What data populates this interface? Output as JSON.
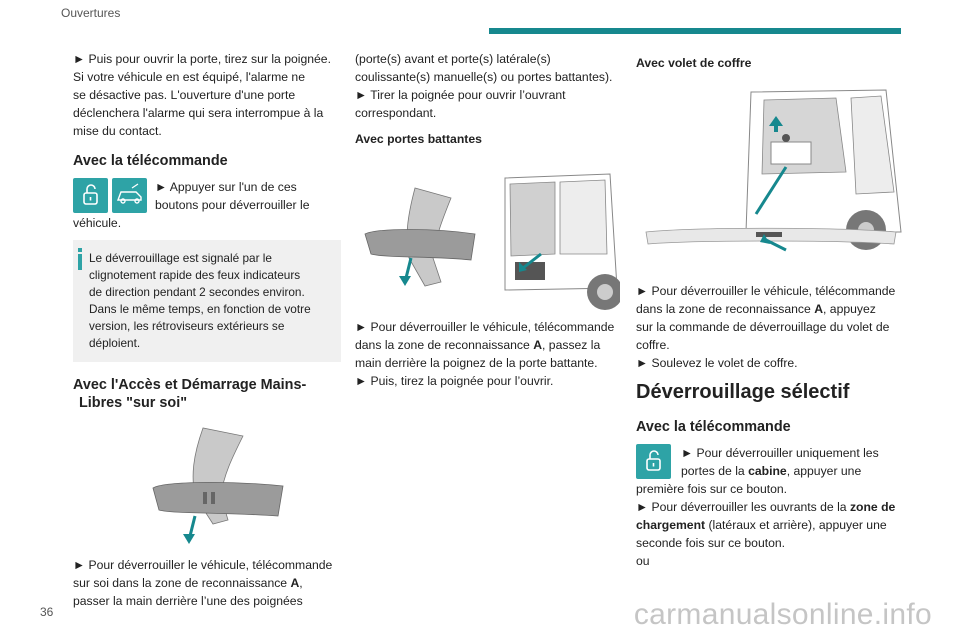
{
  "header": {
    "title": "Ouvertures"
  },
  "page_number": "36",
  "watermark": "carmanualsonline.info",
  "colors": {
    "accent": "#16888e",
    "icon_bg": "#2ea3a6",
    "info_bg": "#f0f0f0"
  },
  "col1": {
    "intro_lines": [
      "► Puis pour ouvrir la porte, tirez sur la poignée.",
      "Si votre véhicule en est équipé, l'alarme ne",
      "se désactive pas. L'ouverture d'une porte",
      "déclenchera l'alarme qui sera interrompue à la",
      "mise du contact."
    ],
    "heading_remote": "Avec la télécommande",
    "remote_text_lines": [
      "► Appuyer sur l'un de ces",
      "boutons pour déverrouiller le"
    ],
    "remote_text_tail": "véhicule.",
    "icons": [
      "lock-open-icon",
      "van-icon"
    ],
    "info_lines": [
      "Le déverrouillage est signalé par le",
      "clignotement rapide des feux indicateurs",
      "de direction pendant 2 secondes environ.",
      "Dans le même temps, en fonction de votre",
      "version, les rétroviseurs extérieurs se",
      "déploient."
    ],
    "heading_keyless_line1": "Avec l'Accès et Démarrage Mains-",
    "heading_keyless_line2": "Libres \"sur soi\"",
    "keyless_lines": [
      "► Pour déverrouiller le véhicule, télécommande",
      "sur soi dans la zone de reconnaissance ",
      "passer la main derrière l’une des poignées"
    ],
    "keyless_zone": "A",
    "keyless_comma": ","
  },
  "col2": {
    "intro_lines": [
      "(porte(s) avant et porte(s) latérale(s)",
      "coulissante(s) manuelle(s) ou portes battantes).",
      "► Tirer la poignée pour ouvrir l’ouvrant",
      "correspondant."
    ],
    "heading_swing": "Avec portes battantes",
    "swing_lines": [
      "► Pour déverrouiller le véhicule, télécommande",
      "dans la zone de reconnaissance ",
      ", passez la",
      "main derrière la poignez de la porte battante.",
      "► Puis, tirez la poignée pour l’ouvrir."
    ],
    "swing_zone": "A"
  },
  "col3": {
    "heading_tailgate": "Avec volet de coffre",
    "tailgate_lines": [
      "► Pour déverrouiller le véhicule, télécommande",
      "dans la zone de reconnaissance ",
      ", appuyez",
      "sur la commande de déverrouillage du volet de",
      "coffre.",
      "► Soulevez le volet de coffre."
    ],
    "tailgate_zone": "A",
    "heading_selective": "Déverrouillage sélectif",
    "heading_remote": "Avec la télécommande",
    "sel_lines_1": [
      "► Pour déverrouiller uniquement les",
      "portes de la ",
      "cabine",
      ", appuyer une",
      "première fois sur ce bouton."
    ],
    "sel_line_cargo_a": "► Pour déverrouiller les ouvrants de la ",
    "sel_line_cargo_b": "zone de",
    "sel_line_cargo_c": "chargement",
    "sel_line_cargo_d": " (latéraux et arrière), appuyer une",
    "sel_line_cargo_e": "seconde fois sur ce bouton.",
    "sel_or": "ou"
  }
}
